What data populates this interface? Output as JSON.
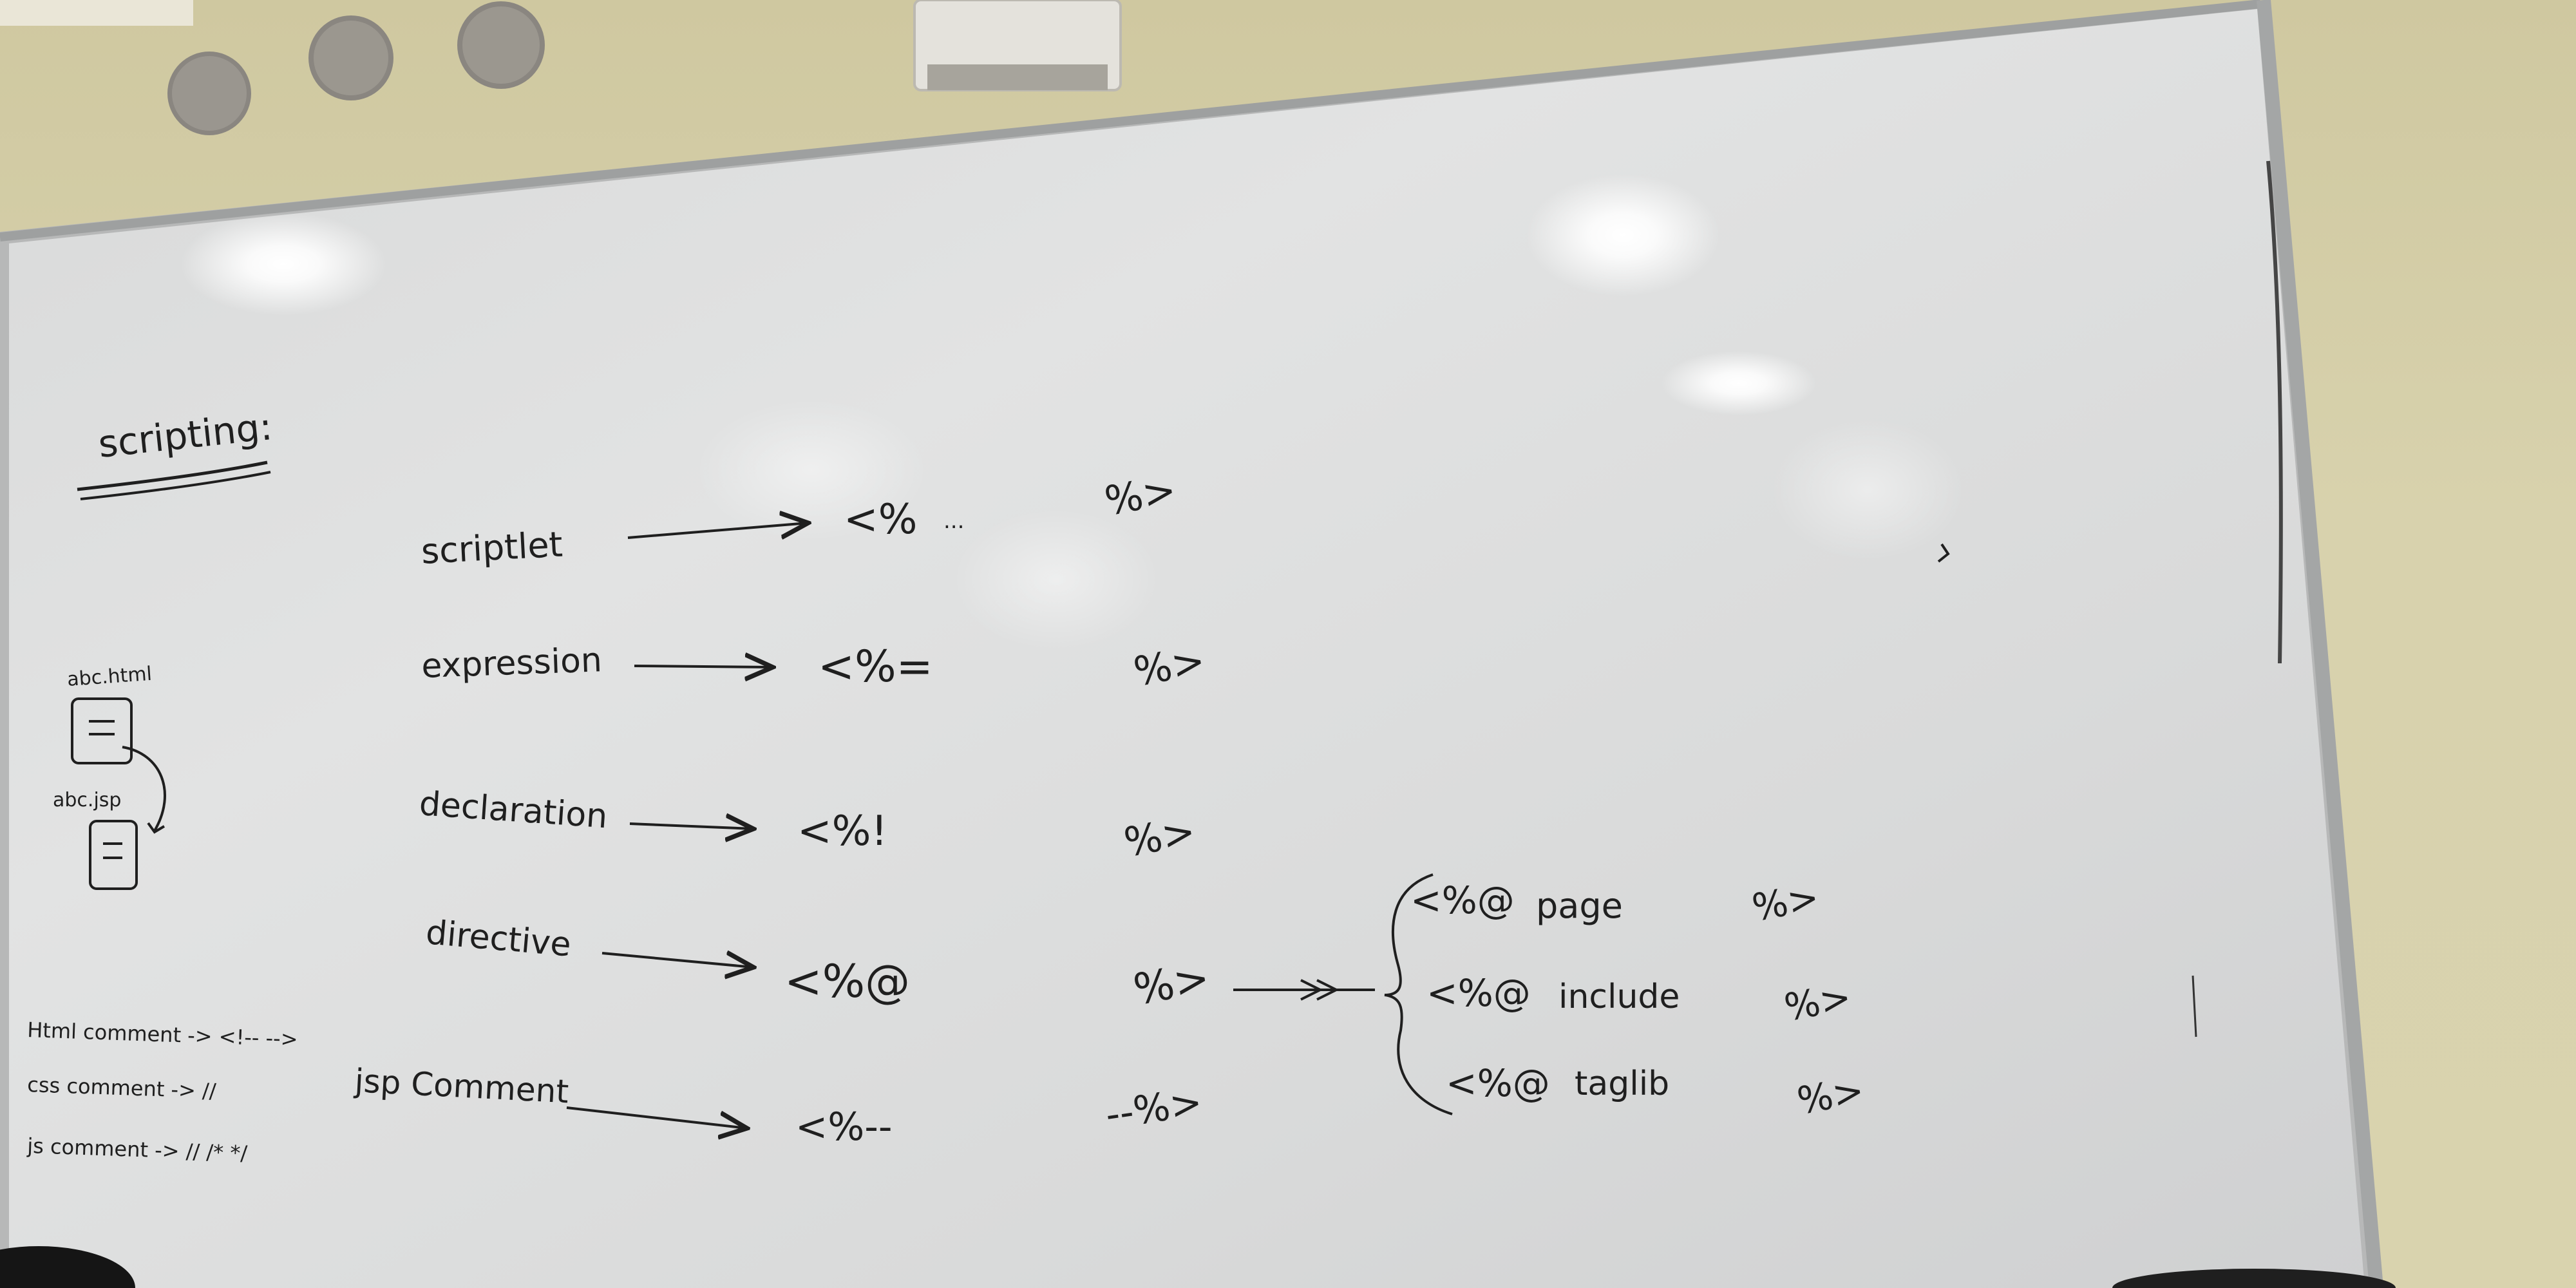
{
  "board": {
    "title": "scripting:",
    "rows": [
      {
        "label": "scriptlet",
        "open": "<%",
        "dots": "...",
        "close": "%>"
      },
      {
        "label": "expression",
        "open": "<%=",
        "close": "%>"
      },
      {
        "label": "declaration",
        "open": "<%!",
        "close": "%>"
      },
      {
        "label": "directive",
        "open": "<%@",
        "close": "%>"
      },
      {
        "label": "jsp Comment",
        "open": "<%--",
        "close": "--%>"
      }
    ],
    "directive_types": [
      {
        "open": "<%@",
        "name": "page",
        "close": "%>"
      },
      {
        "open": "<%@",
        "name": "include",
        "close": "%>"
      },
      {
        "open": "<%@",
        "name": "taglib",
        "close": "%>"
      }
    ],
    "files": {
      "html_file": "abc.html",
      "jsp_file": "abc.jsp"
    },
    "side_notes": [
      "Html comment -> <!-- -->",
      "css comment -> //",
      "js comment -> //   /* */"
    ]
  }
}
